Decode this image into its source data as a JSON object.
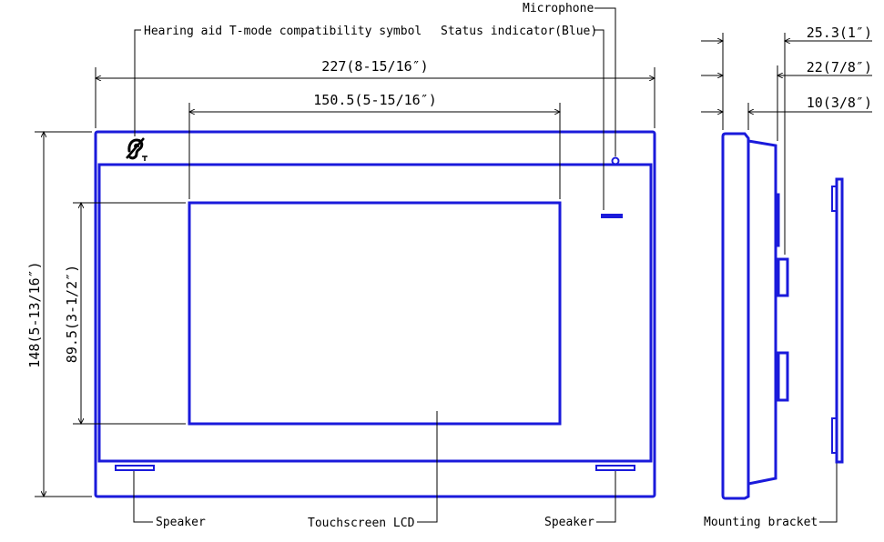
{
  "callouts": {
    "hearing_aid": "Hearing aid T-mode compatibility symbol",
    "status_indicator": "Status indicator(Blue)",
    "microphone": "Microphone",
    "speaker_left": "Speaker",
    "touchscreen": "Touchscreen LCD",
    "speaker_right": "Speaker",
    "mounting_bracket": "Mounting bracket"
  },
  "dimensions": {
    "overall_width": "227(8-15/16″)",
    "screen_width": "150.5(5-15/16″)",
    "overall_height": "148(5-13/16″)",
    "screen_height": "89.5(3-1/2″)",
    "depth_total": "25.3(1″)",
    "depth_mid": "22(7/8″)",
    "depth_thin": "10(3/8″)"
  },
  "colors": {
    "outline": "#1a1adb",
    "dimension_line": "#000000"
  },
  "icons": {
    "hearing_aid": "hearing-aid-t-icon"
  }
}
